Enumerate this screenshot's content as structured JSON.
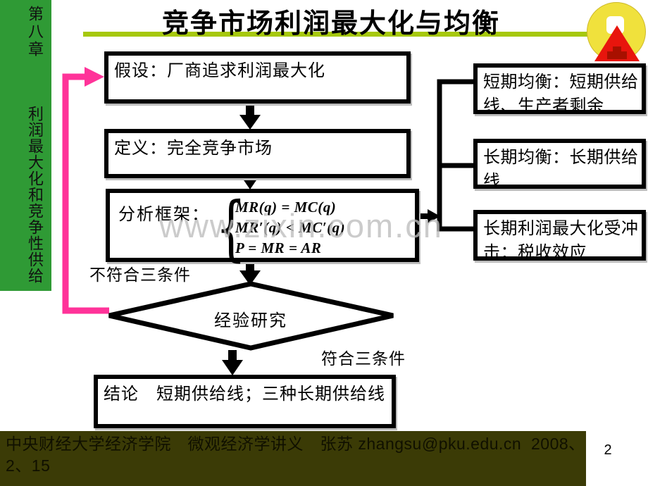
{
  "slide": {
    "title": "竞争市场利润最大化与均衡",
    "watermark": "www.zixin.com.cn",
    "page_number": "2"
  },
  "sidebar": {
    "chapter": "第八章",
    "chapter_title": "利润最大化和竞争性供给"
  },
  "flowchart": {
    "box_hypothesis": "假设：厂商追求利润最大化",
    "box_definition": "定义：完全竞争市场",
    "framework_label": "分析框架：",
    "brace": "{",
    "equations": [
      "MR(q) = MC(q)",
      "MR′(q) < MC′(q)",
      "P = MR = AR"
    ],
    "label_not_meet": "不符合三条件",
    "diamond": "经验研究",
    "label_meet": "符合三条件",
    "box_conclusion": "结论　短期供给线；三种长期供给线"
  },
  "right_boxes": [
    {
      "text": "短期均衡：短期供给线、生产者剩余"
    },
    {
      "text": "长期均衡：长期供给线"
    },
    {
      "text": "长期利润最大化受冲击：税收效应"
    }
  ],
  "footer": {
    "text": "中央财经大学经济学院　微观经济学讲义　张苏 zhangsu@pku.edu.cn  2008、2、15"
  },
  "colors": {
    "sidebar_green": "#2f9a35",
    "underline_chartreuse": "#a6c80e",
    "accent_pink": "#ff3399",
    "footer_olive": "#3b3b06",
    "logo_yellow": "#f0e13c",
    "logo_red": "#e8150d",
    "watermark_gray": "#bcbcbc"
  }
}
